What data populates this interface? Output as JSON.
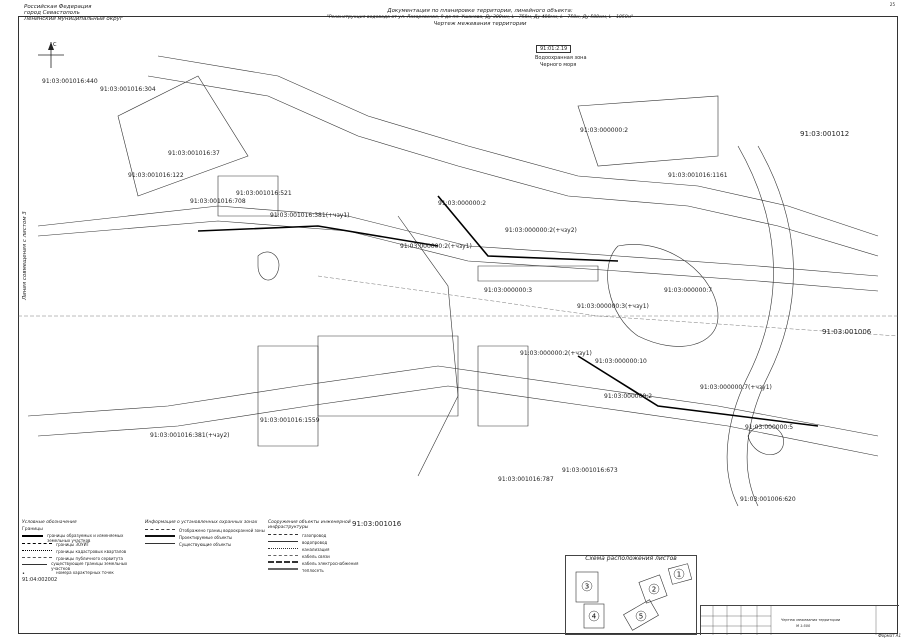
{
  "header": {
    "left_line1": "Российская Федерация",
    "left_line2": "город Севастополь",
    "left_line3": "Ленинский муниципальный округ",
    "page_number": "25"
  },
  "title": {
    "line1": "Документация по планировке территории, линейного объекта:",
    "line2": "\"Реконструкция водовода от ул. Лазаревская, 9 до пл. Ушакова, Ду 300мм, L - 758м, Ду 400мм, L - 750м, Ду 500мм, L - 1058м\"",
    "line3": "Чертеж межевания территории"
  },
  "water_zone": {
    "code": "91:01:2.19",
    "label1": "Водоохранная зона",
    "label2": "Черного моря"
  },
  "vertical_label": "Линия совмещения с листом 3",
  "parcels": [
    {
      "text": "91:03:001016:440",
      "size": "normal"
    },
    {
      "text": "91:03:001016:304",
      "size": "normal"
    },
    {
      "text": "91:03:001016:37",
      "size": "normal"
    },
    {
      "text": "91:03:001016:122",
      "size": "normal"
    },
    {
      "text": "91:03:001016:708",
      "size": "normal"
    },
    {
      "text": "91:03:001016:521",
      "size": "normal"
    },
    {
      "text": "91:03:001016:381(+чзу1)",
      "size": "normal"
    },
    {
      "text": "91:03:000000:2",
      "size": "normal"
    },
    {
      "text": "91:03:000000:2(+чзу1)",
      "size": "normal"
    },
    {
      "text": "91:03:000000:2(+чзу2)",
      "size": "normal"
    },
    {
      "text": "91:03:000000:3",
      "size": "normal"
    },
    {
      "text": "91:03:001012",
      "size": "big"
    },
    {
      "text": "91:03:000000:2",
      "size": "normal"
    },
    {
      "text": "91:03:000000:7",
      "size": "normal"
    },
    {
      "text": "91:03:001006",
      "size": "big"
    },
    {
      "text": "91:03:001016:1559",
      "size": "normal"
    },
    {
      "text": "91:03:001016:381(+чзу2)",
      "size": "normal"
    },
    {
      "text": "91:03:001016",
      "size": "big"
    },
    {
      "text": "91:03:001016:673",
      "size": "normal"
    },
    {
      "text": "91:03:001016:787",
      "size": "normal"
    },
    {
      "text": "91:03:001006:620",
      "size": "normal"
    },
    {
      "text": "91:03:000000:3(+чзу1)",
      "size": "normal"
    },
    {
      "text": "91:03:000000:2(+чзу1)",
      "size": "normal"
    },
    {
      "text": "91:03:000000:10",
      "size": "normal"
    },
    {
      "text": "91:03:000000:2",
      "size": "normal"
    },
    {
      "text": "91:03:000000:7(+чзу1)",
      "size": "normal"
    },
    {
      "text": "91:03:001016:1161",
      "size": "normal"
    },
    {
      "text": "91:03:000000:5",
      "size": "normal"
    }
  ],
  "legend": {
    "title": "Условные обозначения",
    "subtitle": "Границы",
    "items": [
      "границы образуемых и изменяемых земельных участков",
      "границы ЗОУИТ",
      "границы кадастровых кварталов",
      "границы публичного сервитута",
      "существующие границы земельных участков",
      "номера характерных точек"
    ],
    "code_block": "91:04:002002"
  },
  "legend2": {
    "title": "Информация о установленных охранных зонах",
    "items": [
      "Отображено границ водоохранной зоны",
      "Проектируемые объекты",
      "Существующие объекты"
    ]
  },
  "legend3": {
    "title": "Сооружения объекты инженерной инфраструктуры",
    "items": [
      "газопровод",
      "водопровод",
      "канализация",
      "кабель связи",
      "кабель электроснабжения",
      "теплосеть"
    ]
  },
  "scheme": {
    "title": "Схема расположения листов",
    "sheets": [
      "1",
      "2",
      "3",
      "4",
      "5"
    ]
  },
  "stamp": {
    "text1": "Чертеж межевания территории",
    "text2": "М 1:500"
  },
  "format": "Формат А1"
}
